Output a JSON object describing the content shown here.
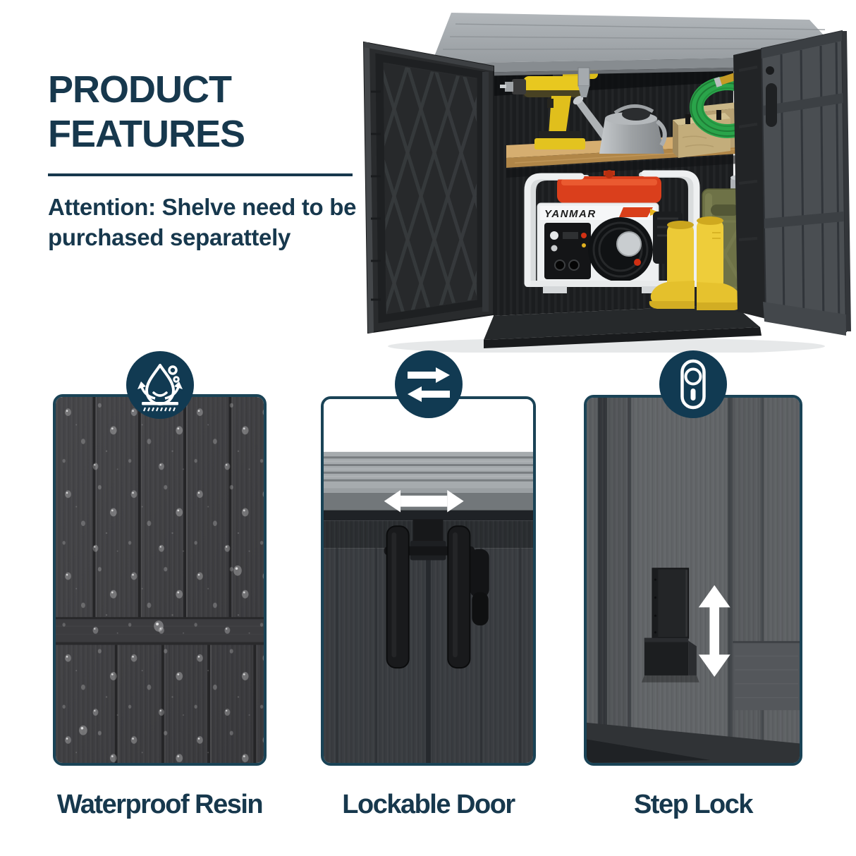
{
  "title": {
    "line1": "PRODUCT",
    "line2": "FEATURES"
  },
  "attention": {
    "label": "Attention:",
    "text": " Shelve need to be purchased separattely"
  },
  "photo": {
    "name": "open outdoor storage cabinet with lid raised and both doors open",
    "generator_brand": "YANMAR",
    "contents": [
      "cordless drill",
      "watering can",
      "wooden crates",
      "garden hose coil",
      "portable generator",
      "yellow rubber boots",
      "jerry can",
      "wooden shelf"
    ]
  },
  "features": [
    {
      "label": "Waterproof Resin",
      "icon": "water-drop-bounce-icon"
    },
    {
      "label": "Lockable Door",
      "icon": "swap-arrows-icon"
    },
    {
      "label": "Step Lock",
      "icon": "keyhole-lock-icon"
    }
  ],
  "colors": {
    "accent_navy": "#17384d",
    "circle_navy": "#113a52",
    "panel_border": "#1a4356",
    "lid_gray": "#a3a8ab",
    "wood_dark": "#3e3e41"
  }
}
